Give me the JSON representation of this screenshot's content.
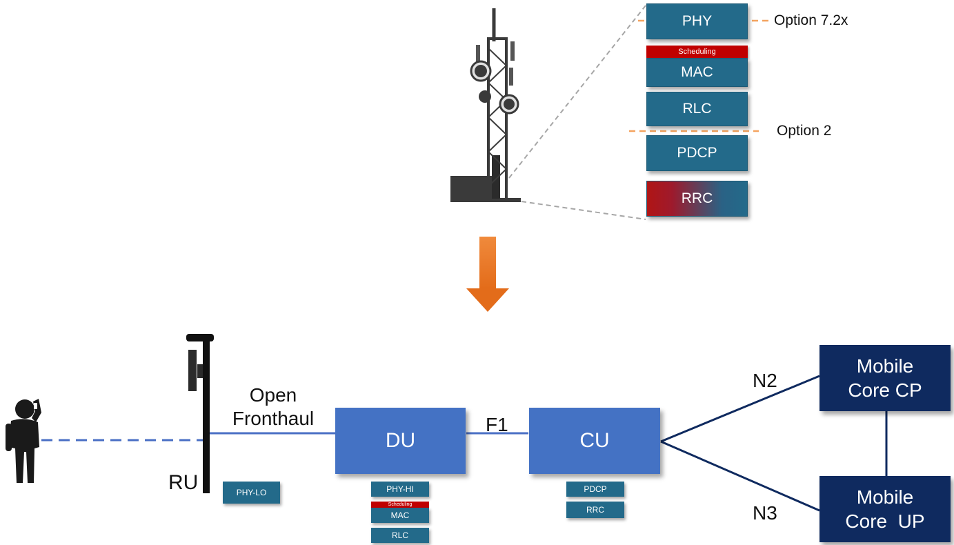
{
  "top_stack": {
    "phy": "PHY",
    "scheduling": "Scheduling",
    "mac": "MAC",
    "rlc": "RLC",
    "pdcp": "PDCP",
    "rrc": "RRC"
  },
  "split_options": {
    "option_72x": "Option 7.2x",
    "option_2": "Option 2"
  },
  "bottom": {
    "ru_label": "RU",
    "fronthaul_line1": "Open",
    "fronthaul_line2": "Fronthaul",
    "du_label": "DU",
    "f1_label": "F1",
    "cu_label": "CU",
    "n2_label": "N2",
    "n3_label": "N3",
    "core_cp_line1": "Mobile",
    "core_cp_line2": "Core CP",
    "core_up_line1": "Mobile",
    "core_up_line2": "Core  UP",
    "ru_stack": {
      "phy_lo": "PHY-LO"
    },
    "du_stack": {
      "phy_hi": "PHY-HI",
      "scheduling": "Scheduling",
      "mac": "MAC",
      "rlc": "RLC"
    },
    "cu_stack": {
      "pdcp": "PDCP",
      "rrc": "RRC"
    }
  },
  "colors": {
    "stack_teal": "#236a8a",
    "scheduling_red": "#c00000",
    "unit_blue": "#4472c4",
    "core_navy": "#0f2a5f",
    "split_orange": "#f4a460",
    "arrow_orange": "#ed7d31"
  },
  "icons": [
    "cell-tower-icon",
    "person-phone-icon",
    "radio-unit-pole-icon",
    "down-arrow-icon"
  ]
}
